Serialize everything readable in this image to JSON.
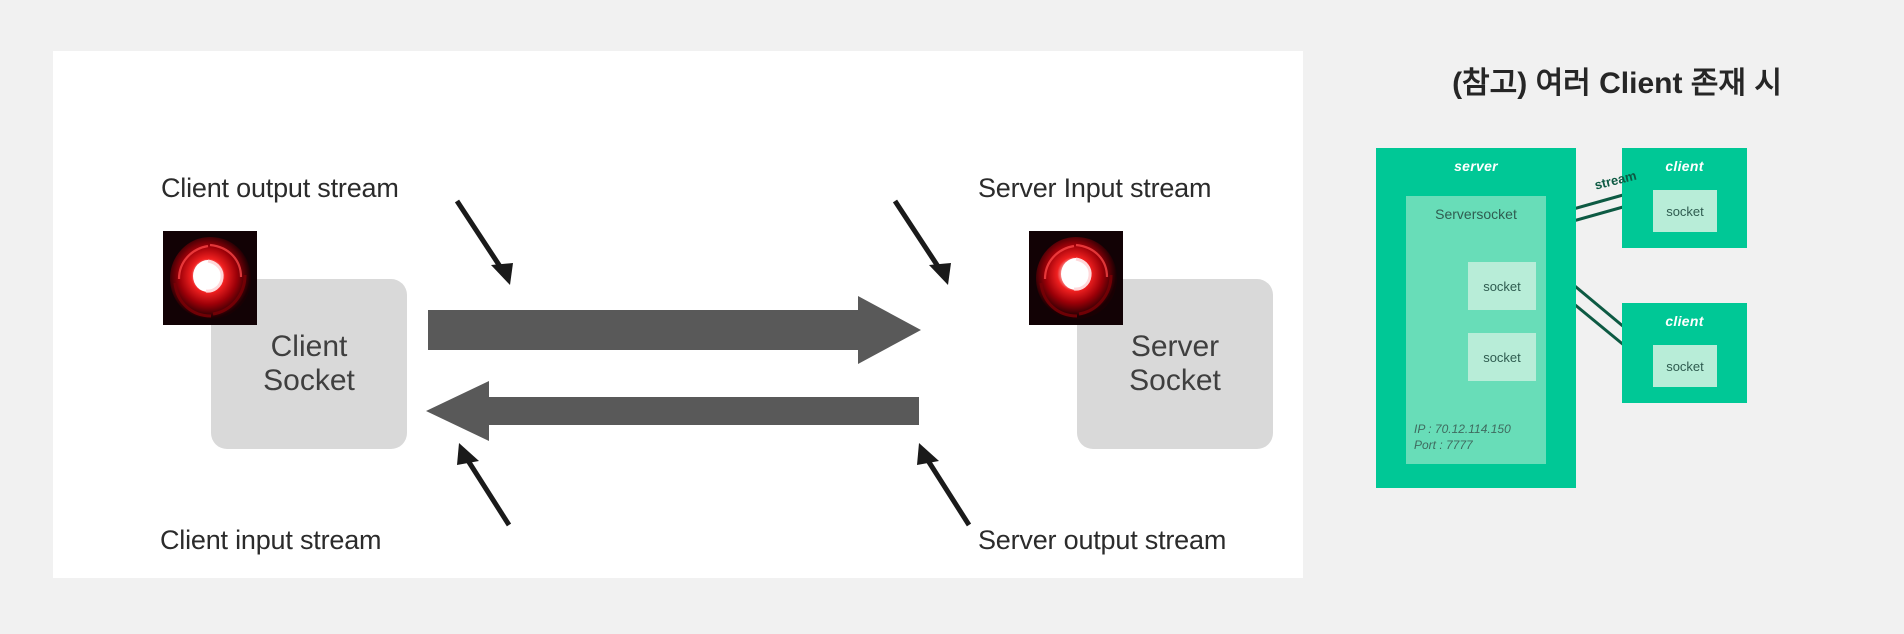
{
  "canvas": {
    "background": "#f1f1f1",
    "panel_background": "#ffffff"
  },
  "colors": {
    "arrow_gray": "#595959",
    "socket_box_gray": "#d9d9d9",
    "green_outer": "#00c896",
    "green_inner": "#68ddb8",
    "green_socket": "#b8edd8",
    "green_dark_line": "#0d5a43",
    "title_text": "#262626"
  },
  "left_diagram": {
    "labels": {
      "client_output_stream": "Client output stream",
      "server_input_stream": "Server Input stream",
      "client_input_stream": "Client input stream",
      "server_output_stream": "Server output stream"
    },
    "client_node": {
      "line1": "Client",
      "line2": "Socket",
      "icon": "red-swirl-icon"
    },
    "server_node": {
      "line1": "Server",
      "line2": "Socket",
      "icon": "red-swirl-icon"
    },
    "arrows": {
      "top": "right",
      "bottom": "left"
    }
  },
  "right_diagram": {
    "title": "(참고) 여러 Client 존재 시",
    "server": {
      "header": "server",
      "serversocket_label": "Serversocket",
      "sockets": [
        "socket",
        "socket"
      ],
      "ip": "IP : 70.12.114.150",
      "port": "Port : 7777"
    },
    "clients": [
      {
        "header": "client",
        "socket": "socket"
      },
      {
        "header": "client",
        "socket": "socket"
      }
    ],
    "stream_label": "stream"
  }
}
